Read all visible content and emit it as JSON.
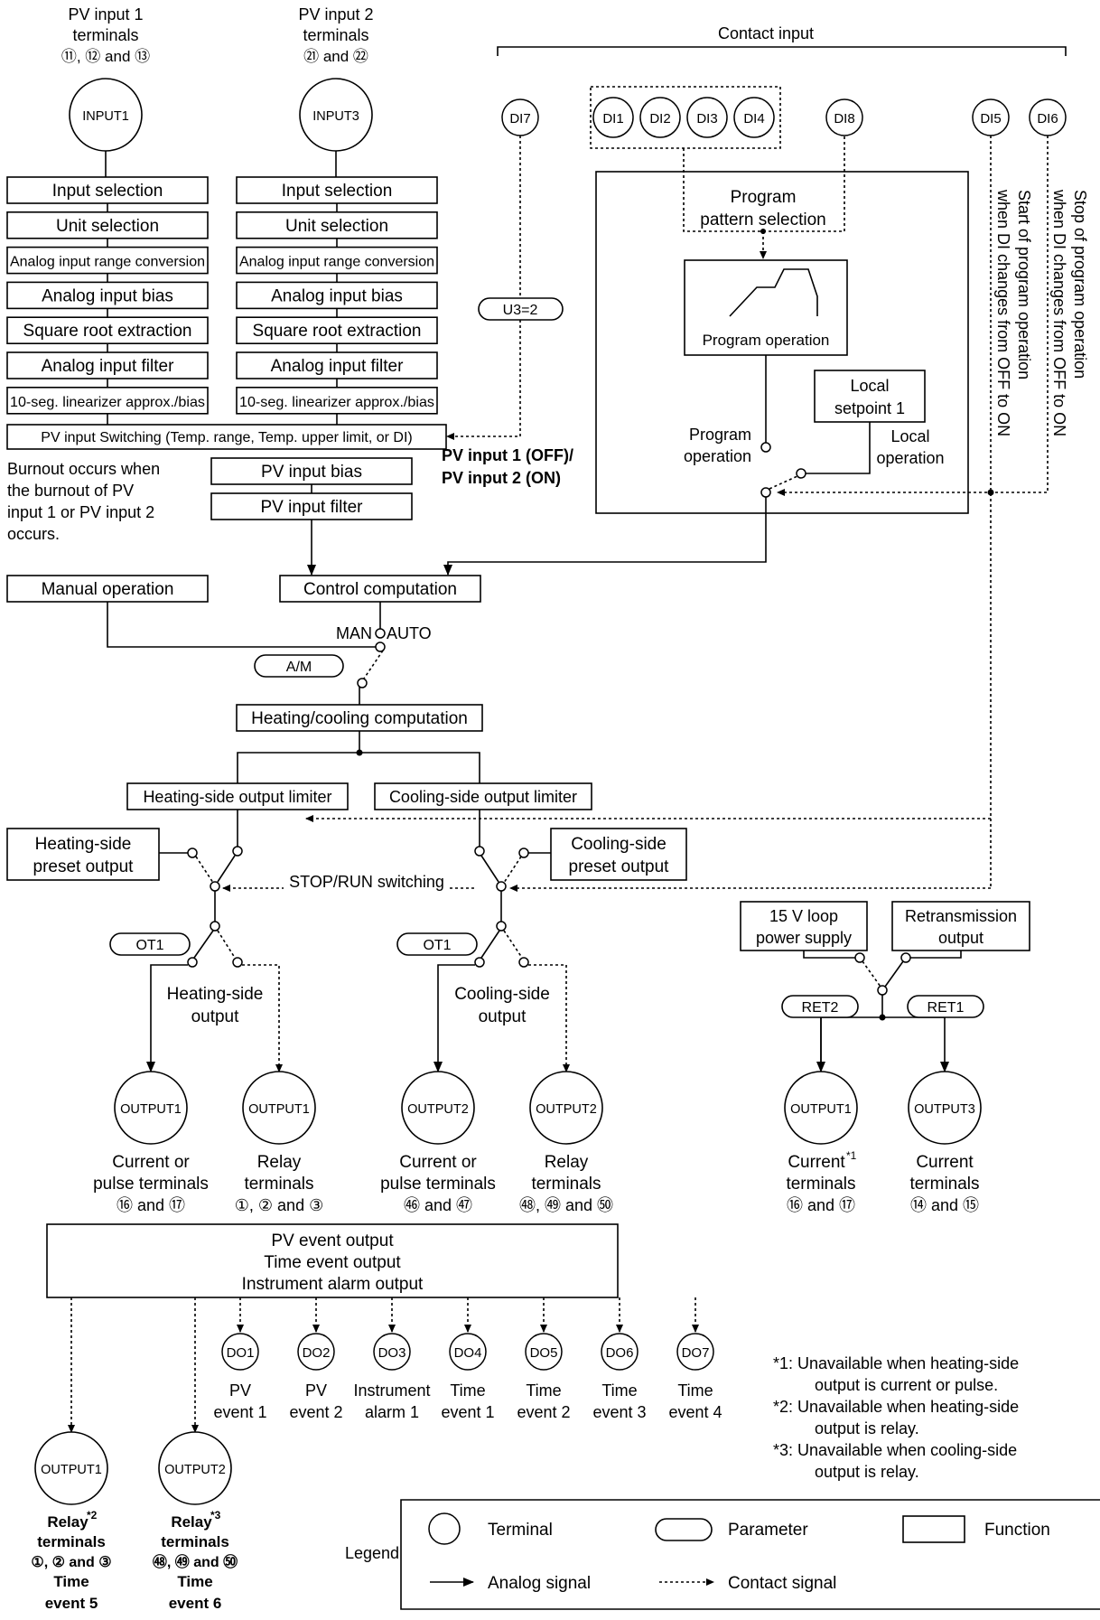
{
  "inputs": {
    "pv1_header": [
      "PV input 1",
      "terminals",
      "⑪, ⑫ and ⑬"
    ],
    "pv2_header": [
      "PV input 2",
      "terminals",
      "㉑ and ㉒"
    ],
    "pv1_terminal": "INPUT1",
    "pv2_terminal": "INPUT3",
    "chain_steps": [
      "Input selection",
      "Unit selection",
      "Analog input range conversion",
      "Analog input bias",
      "Square root extraction",
      "Analog input filter",
      "10-seg. linearizer approx./bias"
    ],
    "pv_switching": "PV input Switching (Temp. range, Temp. upper limit, or DI)",
    "burnout_note": [
      "Burnout occurs when",
      "the burnout of PV",
      "input 1 or PV input 2",
      "occurs."
    ],
    "pv_input_bias": "PV input bias",
    "pv_input_filter": "PV input filter"
  },
  "contact_input": {
    "header": "Contact input",
    "di7": "DI7",
    "di_group": [
      "DI1",
      "DI2",
      "DI3",
      "DI4"
    ],
    "di8": "DI8",
    "di5": "DI5",
    "di6": "DI6",
    "u3_param": "U3=2",
    "pv_select_note": [
      "PV input 1 (OFF)/",
      "PV input 2 (ON)"
    ],
    "pattern_selection": [
      "Program",
      "pattern selection"
    ],
    "program_operation_box": "Program operation",
    "local_setpoint": [
      "Local",
      "setpoint 1"
    ],
    "program_operation_label": [
      "Program",
      "operation"
    ],
    "local_operation_label": [
      "Local",
      "operation"
    ],
    "di5_note": [
      "Start of program operation",
      "when DI changes from OFF to ON"
    ],
    "di6_note": [
      "Stop of program operation",
      "when DI changes from OFF to ON"
    ]
  },
  "control": {
    "manual_operation": "Manual operation",
    "control_computation": "Control computation",
    "man": "MAN",
    "auto": "AUTO",
    "am_param": "A/M",
    "heating_cooling": "Heating/cooling computation",
    "heating_limiter": "Heating-side output limiter",
    "cooling_limiter": "Cooling-side output limiter",
    "heating_preset": [
      "Heating-side",
      "preset output"
    ],
    "cooling_preset": [
      "Cooling-side",
      "preset output"
    ],
    "stop_run": "STOP/RUN switching",
    "ot1_param": "OT1",
    "heating_output": [
      "Heating-side",
      "output"
    ],
    "cooling_output": [
      "Cooling-side",
      "output"
    ]
  },
  "retransmission": {
    "loop_power": [
      "15 V loop",
      "power supply"
    ],
    "retrans_output": [
      "Retransmission",
      "output"
    ],
    "ret2": "RET2",
    "ret1": "RET1"
  },
  "outputs": {
    "out1_current": "OUTPUT1",
    "out1_relay": "OUTPUT1",
    "out2_current": "OUTPUT2",
    "out2_relay": "OUTPUT2",
    "ret_out1": "OUTPUT1",
    "ret_out3": "OUTPUT3",
    "out1_current_label": [
      "Current or",
      "pulse terminals",
      "⑯ and ⑰"
    ],
    "out1_relay_label": [
      "Relay",
      "terminals",
      "①, ② and ③"
    ],
    "out2_current_label": [
      "Current or",
      "pulse terminals",
      "㊻ and ㊼"
    ],
    "out2_relay_label": [
      "Relay",
      "terminals",
      "㊽, ㊾ and ㊿"
    ],
    "ret_out1_label": [
      "Current",
      "terminals",
      "⑯ and ⑰"
    ],
    "ret_out1_sup": "*1",
    "ret_out3_label": [
      "Current",
      "terminals",
      "⑭ and ⑮"
    ]
  },
  "events": {
    "box_lines": [
      "PV event output",
      "Time event output",
      "Instrument alarm output"
    ],
    "do": [
      {
        "name": "DO1",
        "label": [
          "PV",
          "event 1"
        ]
      },
      {
        "name": "DO2",
        "label": [
          "PV",
          "event 2"
        ]
      },
      {
        "name": "DO3",
        "label": [
          "Instrument",
          "alarm 1"
        ]
      },
      {
        "name": "DO4",
        "label": [
          "Time",
          "event 1"
        ]
      },
      {
        "name": "DO5",
        "label": [
          "Time",
          "event 2"
        ]
      },
      {
        "name": "DO6",
        "label": [
          "Time",
          "event 3"
        ]
      },
      {
        "name": "DO7",
        "label": [
          "Time",
          "event 4"
        ]
      }
    ],
    "ev_out1": "OUTPUT1",
    "ev_out2": "OUTPUT2",
    "ev_out1_label": [
      "Relay",
      "terminals",
      "①, ② and ③",
      "Time",
      "event 5"
    ],
    "ev_out1_sup": "*2",
    "ev_out2_label": [
      "Relay",
      "terminals",
      "㊽, ㊾ and ㊿",
      "Time",
      "event 6"
    ],
    "ev_out2_sup": "*3"
  },
  "footnotes": [
    [
      "*1: Unavailable when heating-side",
      "output is current or pulse."
    ],
    [
      "*2: Unavailable when heating-side",
      "output is relay."
    ],
    [
      "*3: Unavailable when cooling-side",
      "output is relay."
    ]
  ],
  "legend": {
    "title": "Legend",
    "terminal": "Terminal",
    "parameter": "Parameter",
    "function": "Function",
    "analog": "Analog signal",
    "contact": "Contact signal"
  }
}
